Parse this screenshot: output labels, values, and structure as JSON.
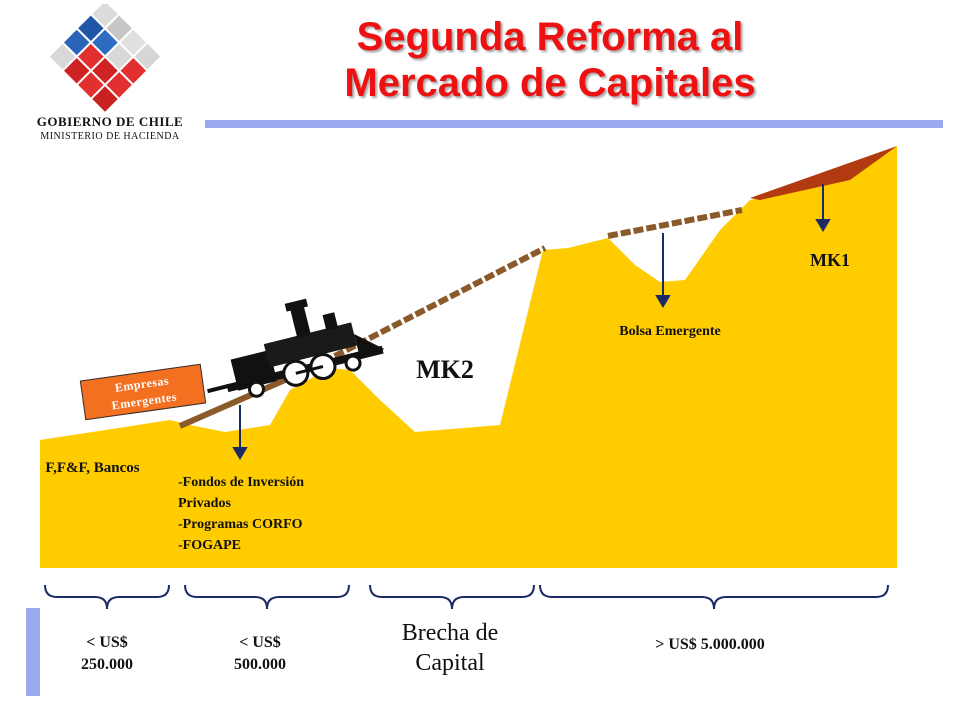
{
  "title": {
    "line1": "Segunda Reforma al",
    "line2": "Mercado de Capitales"
  },
  "logo": {
    "line1": "GOBIERNO DE CHILE",
    "line2": "MINISTERIO DE HACIENDA"
  },
  "labels": {
    "ffb": "F,F&F, Bancos",
    "fondos": [
      "-Fondos de Inversión",
      "Privados",
      "-Programas CORFO",
      "-FOGAPE"
    ],
    "bolsa": "Bolsa Emergente",
    "mk1": "MK1",
    "mk2": "MK2",
    "empresas": [
      "Empresas",
      "Emergentes"
    ]
  },
  "ranges": [
    {
      "line1": "< US$",
      "line2": "250.000"
    },
    {
      "line1": "< US$",
      "line2": "500.000"
    },
    {
      "line1": "Brecha de",
      "line2": "Capital"
    },
    {
      "line1": "> US$ 5.000.000"
    }
  ],
  "colors": {
    "mountain": "#ffcc00",
    "title": "#ee1111",
    "accent_bar": "#99aaf0",
    "empresas_box": "#f37021",
    "rail": "#8b5a2b",
    "peak": "#b23a10"
  },
  "icons": [
    "logo-diamond-icon",
    "locomotive-icon"
  ]
}
